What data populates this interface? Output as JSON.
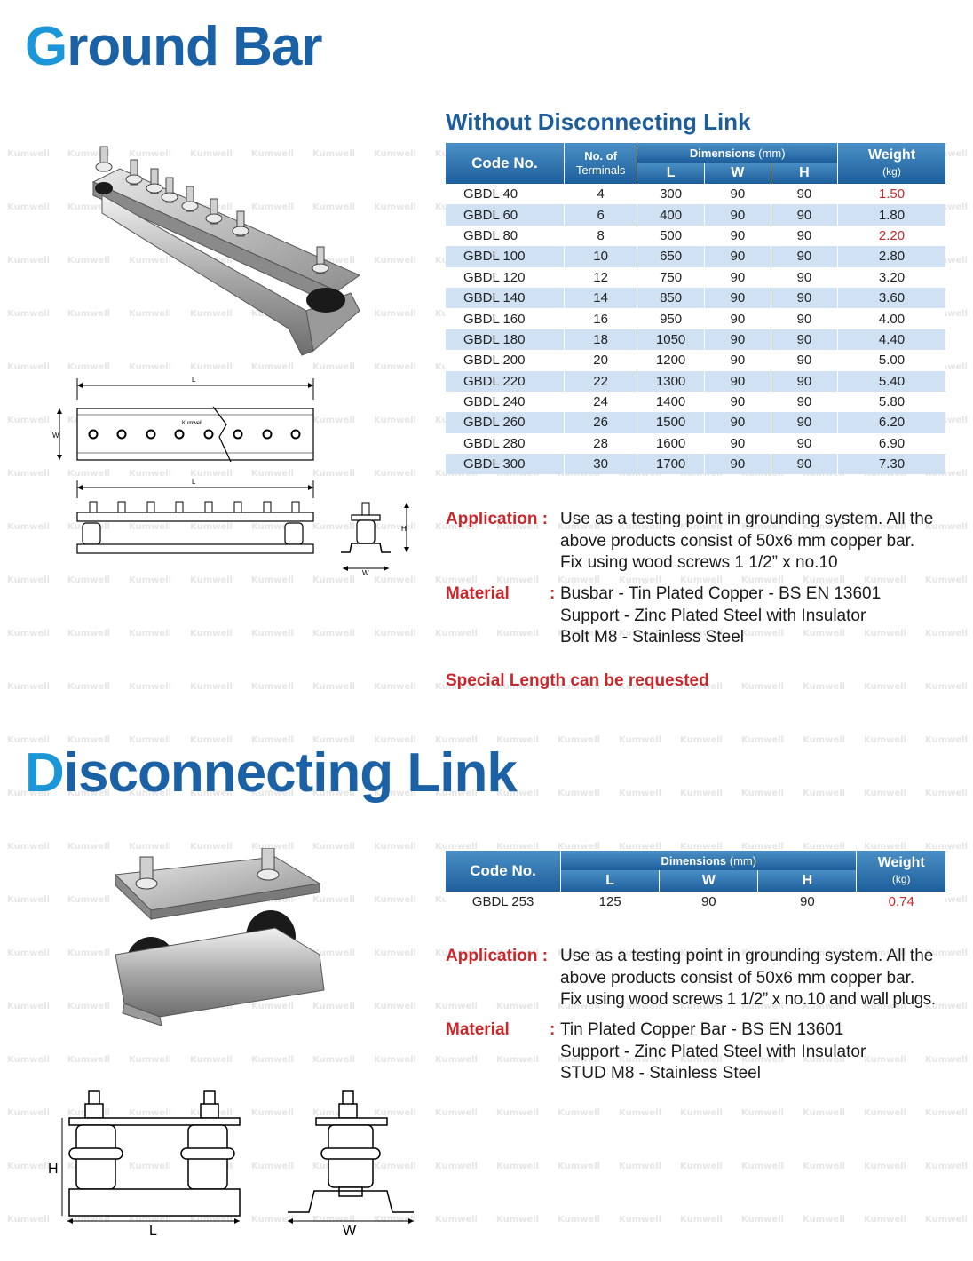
{
  "watermark_text": "Kumwell",
  "ground_bar": {
    "title_first": "G",
    "title_rest": "round Bar",
    "subtitle": "Without Disconnecting Link",
    "table": {
      "col_code": "Code No.",
      "col_terminals_1": "No. of",
      "col_terminals_2": "Terminals",
      "col_dimensions": "Dimensions",
      "col_dimensions_unit": "(mm)",
      "col_L": "L",
      "col_W": "W",
      "col_H": "H",
      "col_weight": "Weight",
      "col_weight_unit": "(kg)",
      "rows": [
        {
          "code": "GBDL  40",
          "terminals": "4",
          "L": "300",
          "W": "90",
          "H": "90",
          "weight": "1.50",
          "red": true
        },
        {
          "code": "GBDL  60",
          "terminals": "6",
          "L": "400",
          "W": "90",
          "H": "90",
          "weight": "1.80",
          "red": false
        },
        {
          "code": "GBDL  80",
          "terminals": "8",
          "L": "500",
          "W": "90",
          "H": "90",
          "weight": "2.20",
          "red": true
        },
        {
          "code": "GBDL  100",
          "terminals": "10",
          "L": "650",
          "W": "90",
          "H": "90",
          "weight": "2.80",
          "red": false
        },
        {
          "code": "GBDL  120",
          "terminals": "12",
          "L": "750",
          "W": "90",
          "H": "90",
          "weight": "3.20",
          "red": false
        },
        {
          "code": "GBDL  140",
          "terminals": "14",
          "L": "850",
          "W": "90",
          "H": "90",
          "weight": "3.60",
          "red": false
        },
        {
          "code": "GBDL  160",
          "terminals": "16",
          "L": "950",
          "W": "90",
          "H": "90",
          "weight": "4.00",
          "red": false
        },
        {
          "code": "GBDL  180",
          "terminals": "18",
          "L": "1050",
          "W": "90",
          "H": "90",
          "weight": "4.40",
          "red": false
        },
        {
          "code": "GBDL  200",
          "terminals": "20",
          "L": "1200",
          "W": "90",
          "H": "90",
          "weight": "5.00",
          "red": false
        },
        {
          "code": "GBDL  220",
          "terminals": "22",
          "L": "1300",
          "W": "90",
          "H": "90",
          "weight": "5.40",
          "red": false
        },
        {
          "code": "GBDL  240",
          "terminals": "24",
          "L": "1400",
          "W": "90",
          "H": "90",
          "weight": "5.80",
          "red": false
        },
        {
          "code": "GBDL  260",
          "terminals": "26",
          "L": "1500",
          "W": "90",
          "H": "90",
          "weight": "6.20",
          "red": false
        },
        {
          "code": "GBDL  280",
          "terminals": "28",
          "L": "1600",
          "W": "90",
          "H": "90",
          "weight": "6.90",
          "red": false
        },
        {
          "code": "GBDL  300",
          "terminals": "30",
          "L": "1700",
          "W": "90",
          "H": "90",
          "weight": "7.30",
          "red": false
        }
      ]
    },
    "application_label": "Application :",
    "application_lines": [
      "Use as a testing point in grounding system. All the",
      "above products consist of 50x6 mm copper bar.",
      "Fix using wood screws 1 1/2” x no.10"
    ],
    "material_label": "Material",
    "material_colon": ":",
    "material_lines": [
      "Busbar - Tin Plated Copper - BS EN 13601",
      "Support - Zinc Plated Steel with Insulator",
      "Bolt M8 - Stainless Steel"
    ],
    "special_note": "Special Length can be requested",
    "drawing": {
      "label_L": "L",
      "label_W": "W",
      "label_H": "H",
      "brand": "Kumwell"
    }
  },
  "disconnecting_link": {
    "title_first": "D",
    "title_rest": "isconnecting Link",
    "table": {
      "col_code": "Code No.",
      "col_dimensions": "Dimensions",
      "col_dimensions_unit": "(mm)",
      "col_L": "L",
      "col_W": "W",
      "col_H": "H",
      "col_weight": "Weight",
      "col_weight_unit": "(kg)",
      "row": {
        "code": "GBDL 253",
        "L": "125",
        "W": "90",
        "H": "90",
        "weight": "0.74"
      }
    },
    "application_label": "Application :",
    "application_lines": [
      "Use as a testing point in grounding system. All the",
      "above products consist of 50x6 mm copper bar.",
      "Fix using wood screws 1 1/2” x no.10 and wall plugs."
    ],
    "material_label": "Material",
    "material_colon": ":",
    "material_lines": [
      "Tin Plated Copper Bar - BS EN 13601",
      "Support - Zinc Plated Steel with Insulator",
      "STUD M8 - Stainless Steel"
    ],
    "drawing": {
      "label_L": "L",
      "label_W": "W",
      "label_H": "H"
    }
  },
  "colors": {
    "title_blue": "#1b61a6",
    "title_accent": "#1b96d8",
    "header_blue": "#1e5f9b",
    "stripe_blue": "#cfe1f3",
    "label_red": "#c8282b"
  }
}
